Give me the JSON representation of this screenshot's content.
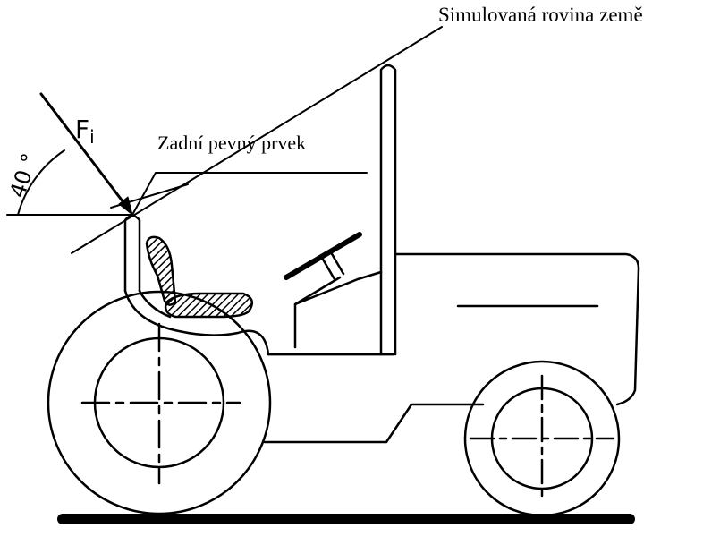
{
  "labels": {
    "ground_plane": "Simulovaná rovina země",
    "rear_fixed_element": "Zadní pevný prvek",
    "force": "F",
    "force_subscript": "i",
    "angle": "40 °"
  },
  "colors": {
    "ink": "#000000",
    "background": "#ffffff"
  }
}
